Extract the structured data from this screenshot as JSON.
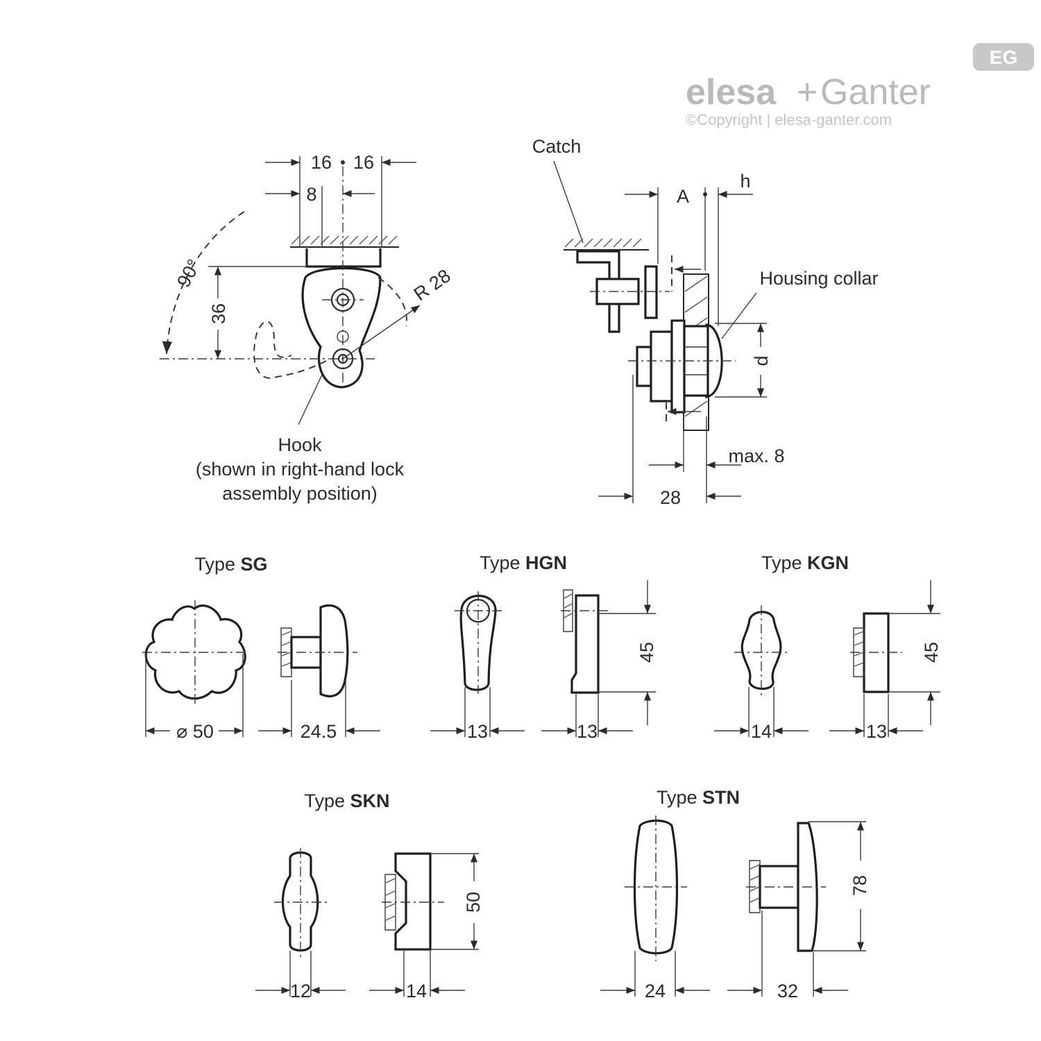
{
  "logo": {
    "badge": "EG",
    "brand_part1": "elesa",
    "brand_plus": "+",
    "brand_part2": "Ganter",
    "copyright": "©Copyright | elesa-ganter.com"
  },
  "hook_view": {
    "dim_16_left": "16",
    "dim_16_right": "16",
    "dim_8": "8",
    "angle": "90°",
    "dim_36": "36",
    "radius": "R 28",
    "label_line1": "Hook",
    "label_line2": "(shown in right-hand lock",
    "label_line3": "assembly position)"
  },
  "side_view": {
    "catch_label": "Catch",
    "dim_a": "A",
    "dim_h": "h",
    "housing_label": "Housing collar",
    "dim_d": "d",
    "dim_max": "max. 8",
    "dim_28": "28"
  },
  "types": {
    "sg": {
      "prefix": "Type ",
      "code": "SG",
      "dim_dia": "⌀ 50",
      "dim_len": "24.5"
    },
    "hgn": {
      "prefix": "Type ",
      "code": "HGN",
      "dim_w": "13",
      "dim_d": "13",
      "dim_h": "45"
    },
    "kgn": {
      "prefix": "Type ",
      "code": "KGN",
      "dim_w": "14",
      "dim_d": "13",
      "dim_h": "45"
    },
    "skn": {
      "prefix": "Type ",
      "code": "SKN",
      "dim_w": "12",
      "dim_d": "14",
      "dim_h": "50"
    },
    "stn": {
      "prefix": "Type ",
      "code": "STN",
      "dim_w": "24",
      "dim_d": "32",
      "dim_h": "78"
    }
  }
}
